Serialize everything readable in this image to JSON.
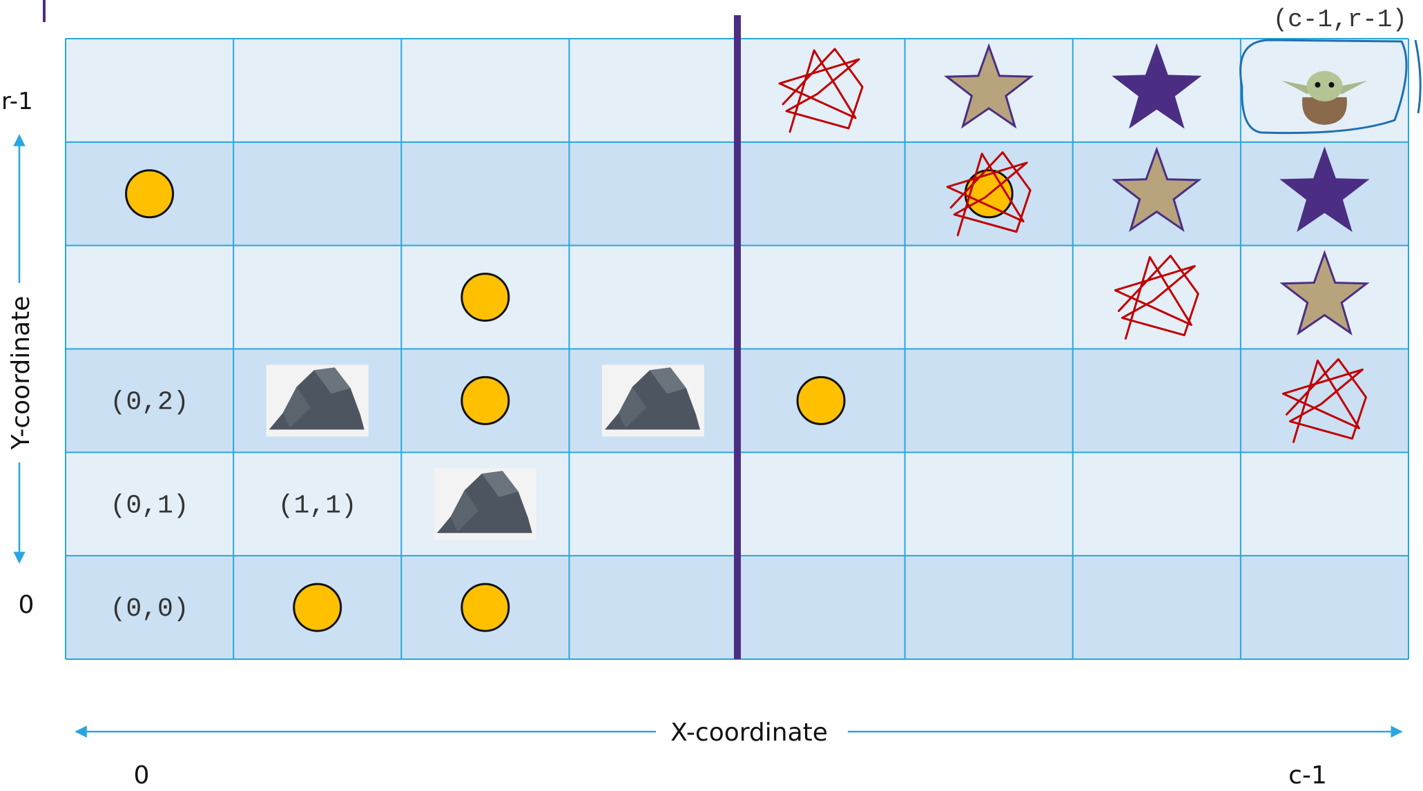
{
  "grid": {
    "columns": 8,
    "rows": 6,
    "colors": {
      "row_light": "#e4eff8",
      "row_dark": "#cbe0f3",
      "gridline": "#29a6e0",
      "divider": "#4b2e83",
      "coin_fill": "#ffc000",
      "coin_stroke": "#111111",
      "star_tan": "#b8a47c",
      "star_purple": "#4b2e83",
      "scribble": "#c00000",
      "axis_arrow": "#29a6e0",
      "highlight": "#1f6fb0"
    },
    "cell_labels": [
      {
        "col": 0,
        "row": 2,
        "text": "(0,2)"
      },
      {
        "col": 0,
        "row": 1,
        "text": "(0,1)"
      },
      {
        "col": 1,
        "row": 1,
        "text": "(1,1)"
      },
      {
        "col": 0,
        "row": 0,
        "text": "(0,0)"
      }
    ],
    "corner_label": "(c-1,r-1)",
    "coins": [
      {
        "col": 0,
        "row": 4
      },
      {
        "col": 2,
        "row": 3
      },
      {
        "col": 2,
        "row": 2
      },
      {
        "col": 4,
        "row": 2
      },
      {
        "col": 1,
        "row": 0
      },
      {
        "col": 2,
        "row": 0
      },
      {
        "col": 5,
        "row": 4
      }
    ],
    "rocks": [
      {
        "col": 1,
        "row": 2
      },
      {
        "col": 3,
        "row": 2
      },
      {
        "col": 2,
        "row": 1
      }
    ],
    "stars": [
      {
        "col": 5,
        "row": 5,
        "color": "tan"
      },
      {
        "col": 6,
        "row": 5,
        "color": "purple"
      },
      {
        "col": 6,
        "row": 4,
        "color": "tan"
      },
      {
        "col": 7,
        "row": 4,
        "color": "purple"
      },
      {
        "col": 7,
        "row": 3,
        "color": "tan"
      }
    ],
    "scribbled_stars": [
      {
        "col": 4,
        "row": 5
      },
      {
        "col": 5,
        "row": 4
      },
      {
        "col": 6,
        "row": 3
      },
      {
        "col": 7,
        "row": 2
      }
    ],
    "character": {
      "col": 7,
      "row": 5,
      "icon": "baby-yoda-icon"
    }
  },
  "axes": {
    "y_label": "Y-coordinate",
    "y_top": "r-1",
    "y_bottom": "0",
    "x_label": "X-coordinate",
    "x_left": "0",
    "x_right": "c-1"
  }
}
